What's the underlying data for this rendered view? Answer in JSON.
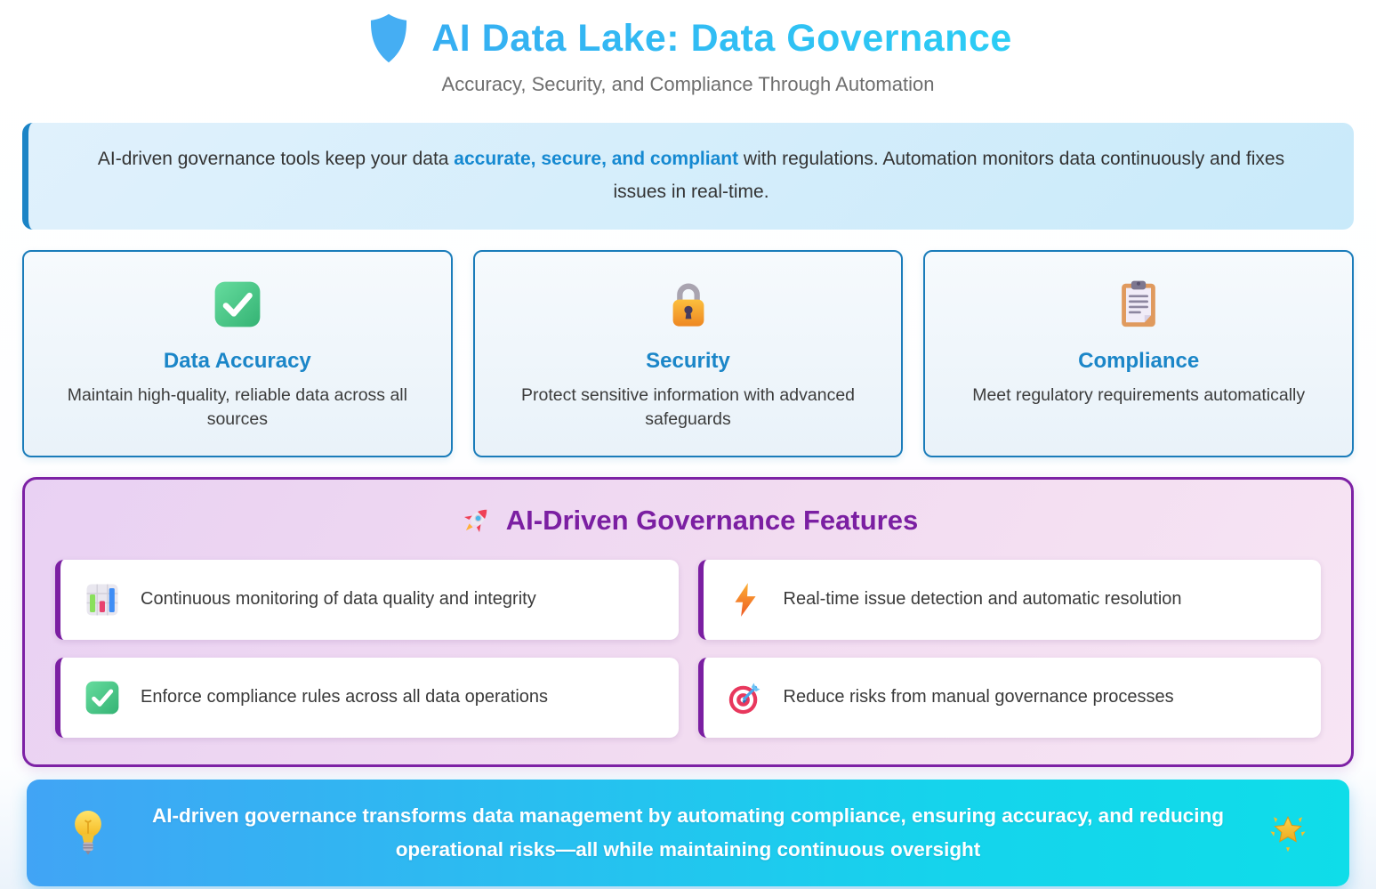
{
  "header": {
    "icon": "shield-icon",
    "title": "AI Data Lake: Data Governance",
    "subtitle": "Accuracy, Security, and Compliance Through Automation"
  },
  "intro": {
    "text_before": "AI-driven governance tools keep your data ",
    "highlight": "accurate, secure, and compliant",
    "text_after": " with regulations. Automation monitors data continuously and fixes issues in real-time."
  },
  "pillars": [
    {
      "icon": "check-icon",
      "title": "Data Accuracy",
      "description": "Maintain high-quality, reliable data across all sources"
    },
    {
      "icon": "lock-icon",
      "title": "Security",
      "description": "Protect sensitive information with advanced safeguards"
    },
    {
      "icon": "clipboard-icon",
      "title": "Compliance",
      "description": "Meet regulatory requirements automatically"
    }
  ],
  "features": {
    "icon": "rocket-icon",
    "title": "AI-Driven Governance Features",
    "items": [
      {
        "icon": "bar-chart-icon",
        "text": "Continuous monitoring of data quality and integrity"
      },
      {
        "icon": "lightning-icon",
        "text": "Real-time issue detection and automatic resolution"
      },
      {
        "icon": "check-icon",
        "text": "Enforce compliance rules across all data operations"
      },
      {
        "icon": "target-icon",
        "text": "Reduce risks from manual governance processes"
      }
    ]
  },
  "footer": {
    "left_icon": "lightbulb-icon",
    "right_icon": "glowing-star-icon",
    "text": "AI-driven governance transforms data management by automating compliance, ensuring accuracy, and reducing operational risks—all while maintaining continuous oversight"
  },
  "colors": {
    "title_accent_start": "#36aef2",
    "title_accent_end": "#2bcdf5",
    "intro_highlight": "#1589d1",
    "intro_border": "#1b84c6",
    "pillar_border": "#1a7cba",
    "pillar_title": "#1b86c8",
    "features_purple": "#7b1fa2",
    "banner_gradient_start": "#41a4f5",
    "banner_gradient_end": "#0fdde9"
  }
}
